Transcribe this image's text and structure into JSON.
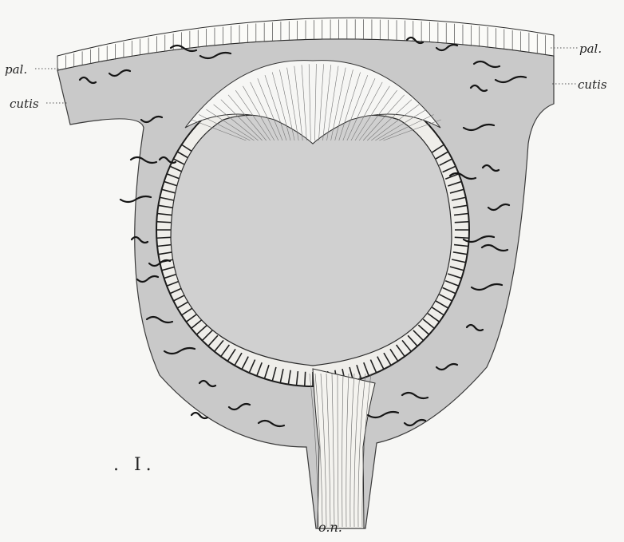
{
  "labels": {
    "pal_left": "pal.",
    "pal_right": "pal.",
    "cutis_left": "cutis",
    "cutis_right": "cutis",
    "optic_nerve": "o.n.",
    "figure_number": ". I."
  },
  "colors": {
    "background": "#f7f7f5",
    "tissue_fill": "#c9c9c9",
    "cavity_fill": "#d0d0d0",
    "lens_fill": "#f6f6f4",
    "ink": "#1c1c1c",
    "leader": "#555555"
  }
}
